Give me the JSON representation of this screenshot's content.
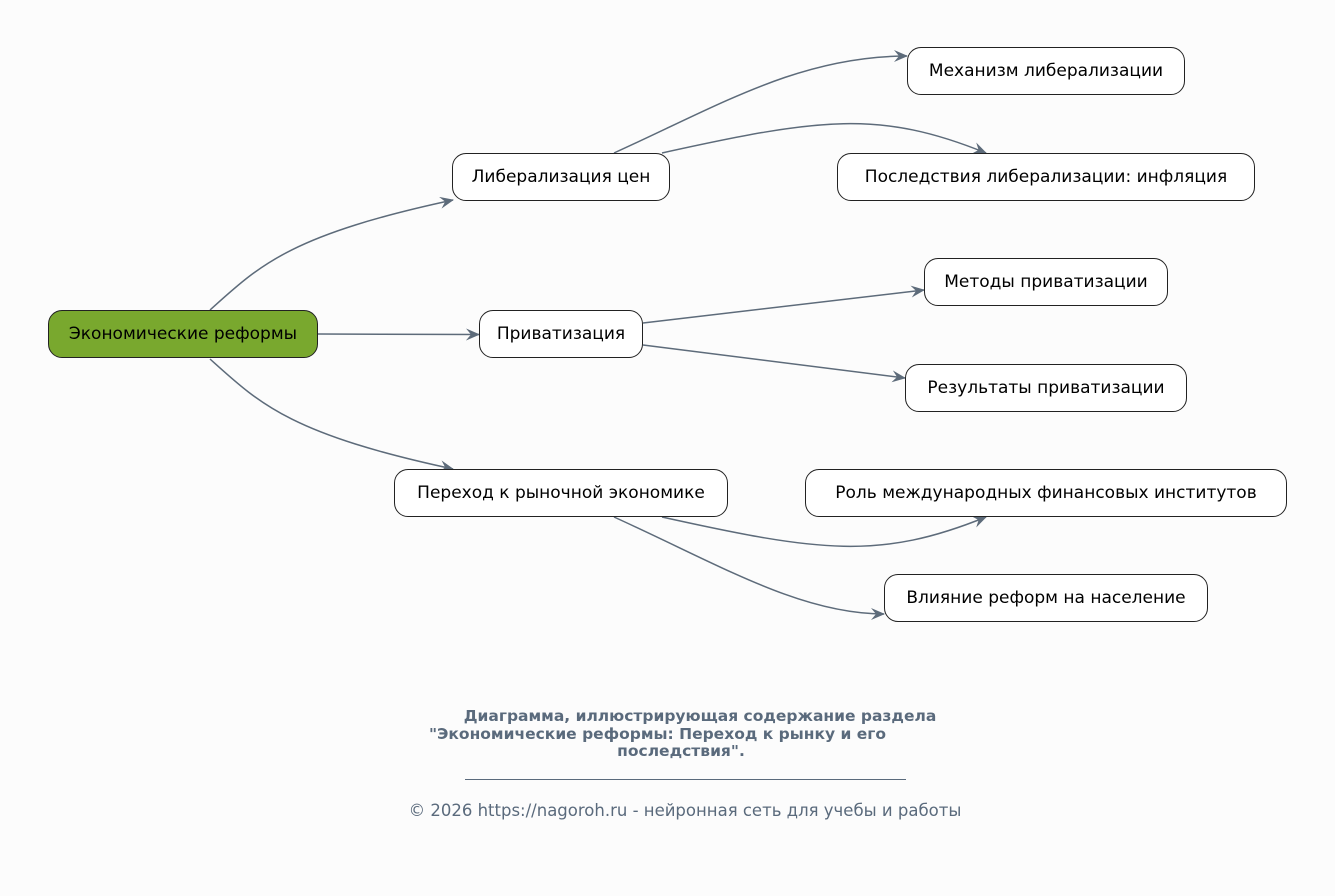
{
  "diagram": {
    "root": {
      "id": "root",
      "label": "Экономические реформы"
    },
    "branches": [
      {
        "id": "b1",
        "label": "Либерализация цен",
        "children": [
          {
            "id": "b1c1",
            "label": "Механизм либерализации"
          },
          {
            "id": "b1c2",
            "label": "Последствия либерализации: инфляция"
          }
        ]
      },
      {
        "id": "b2",
        "label": "Приватизация",
        "children": [
          {
            "id": "b2c1",
            "label": "Методы приватизации"
          },
          {
            "id": "b2c2",
            "label": "Результаты приватизации"
          }
        ]
      },
      {
        "id": "b3",
        "label": "Переход к рыночной экономике",
        "children": [
          {
            "id": "b3c1",
            "label": "Роль международных финансовых институтов"
          },
          {
            "id": "b3c2",
            "label": "Влияние реформ на население"
          }
        ]
      }
    ],
    "colors": {
      "root_fill": "#79a82e",
      "node_fill": "#ffffff",
      "node_border": "#222222",
      "edge": "#5d6b7a",
      "caption": "#5a6a7c",
      "background": "#fcfcfc"
    }
  },
  "caption": {
    "lines": [
      "Диаграмма, иллюстрирующая содержание раздела",
      "\"Экономические реформы: Переход к рынку и его",
      "последствия\"."
    ]
  },
  "footer": {
    "text": "© 2026 https://nagoroh.ru - нейронная сеть для учебы и работы"
  }
}
